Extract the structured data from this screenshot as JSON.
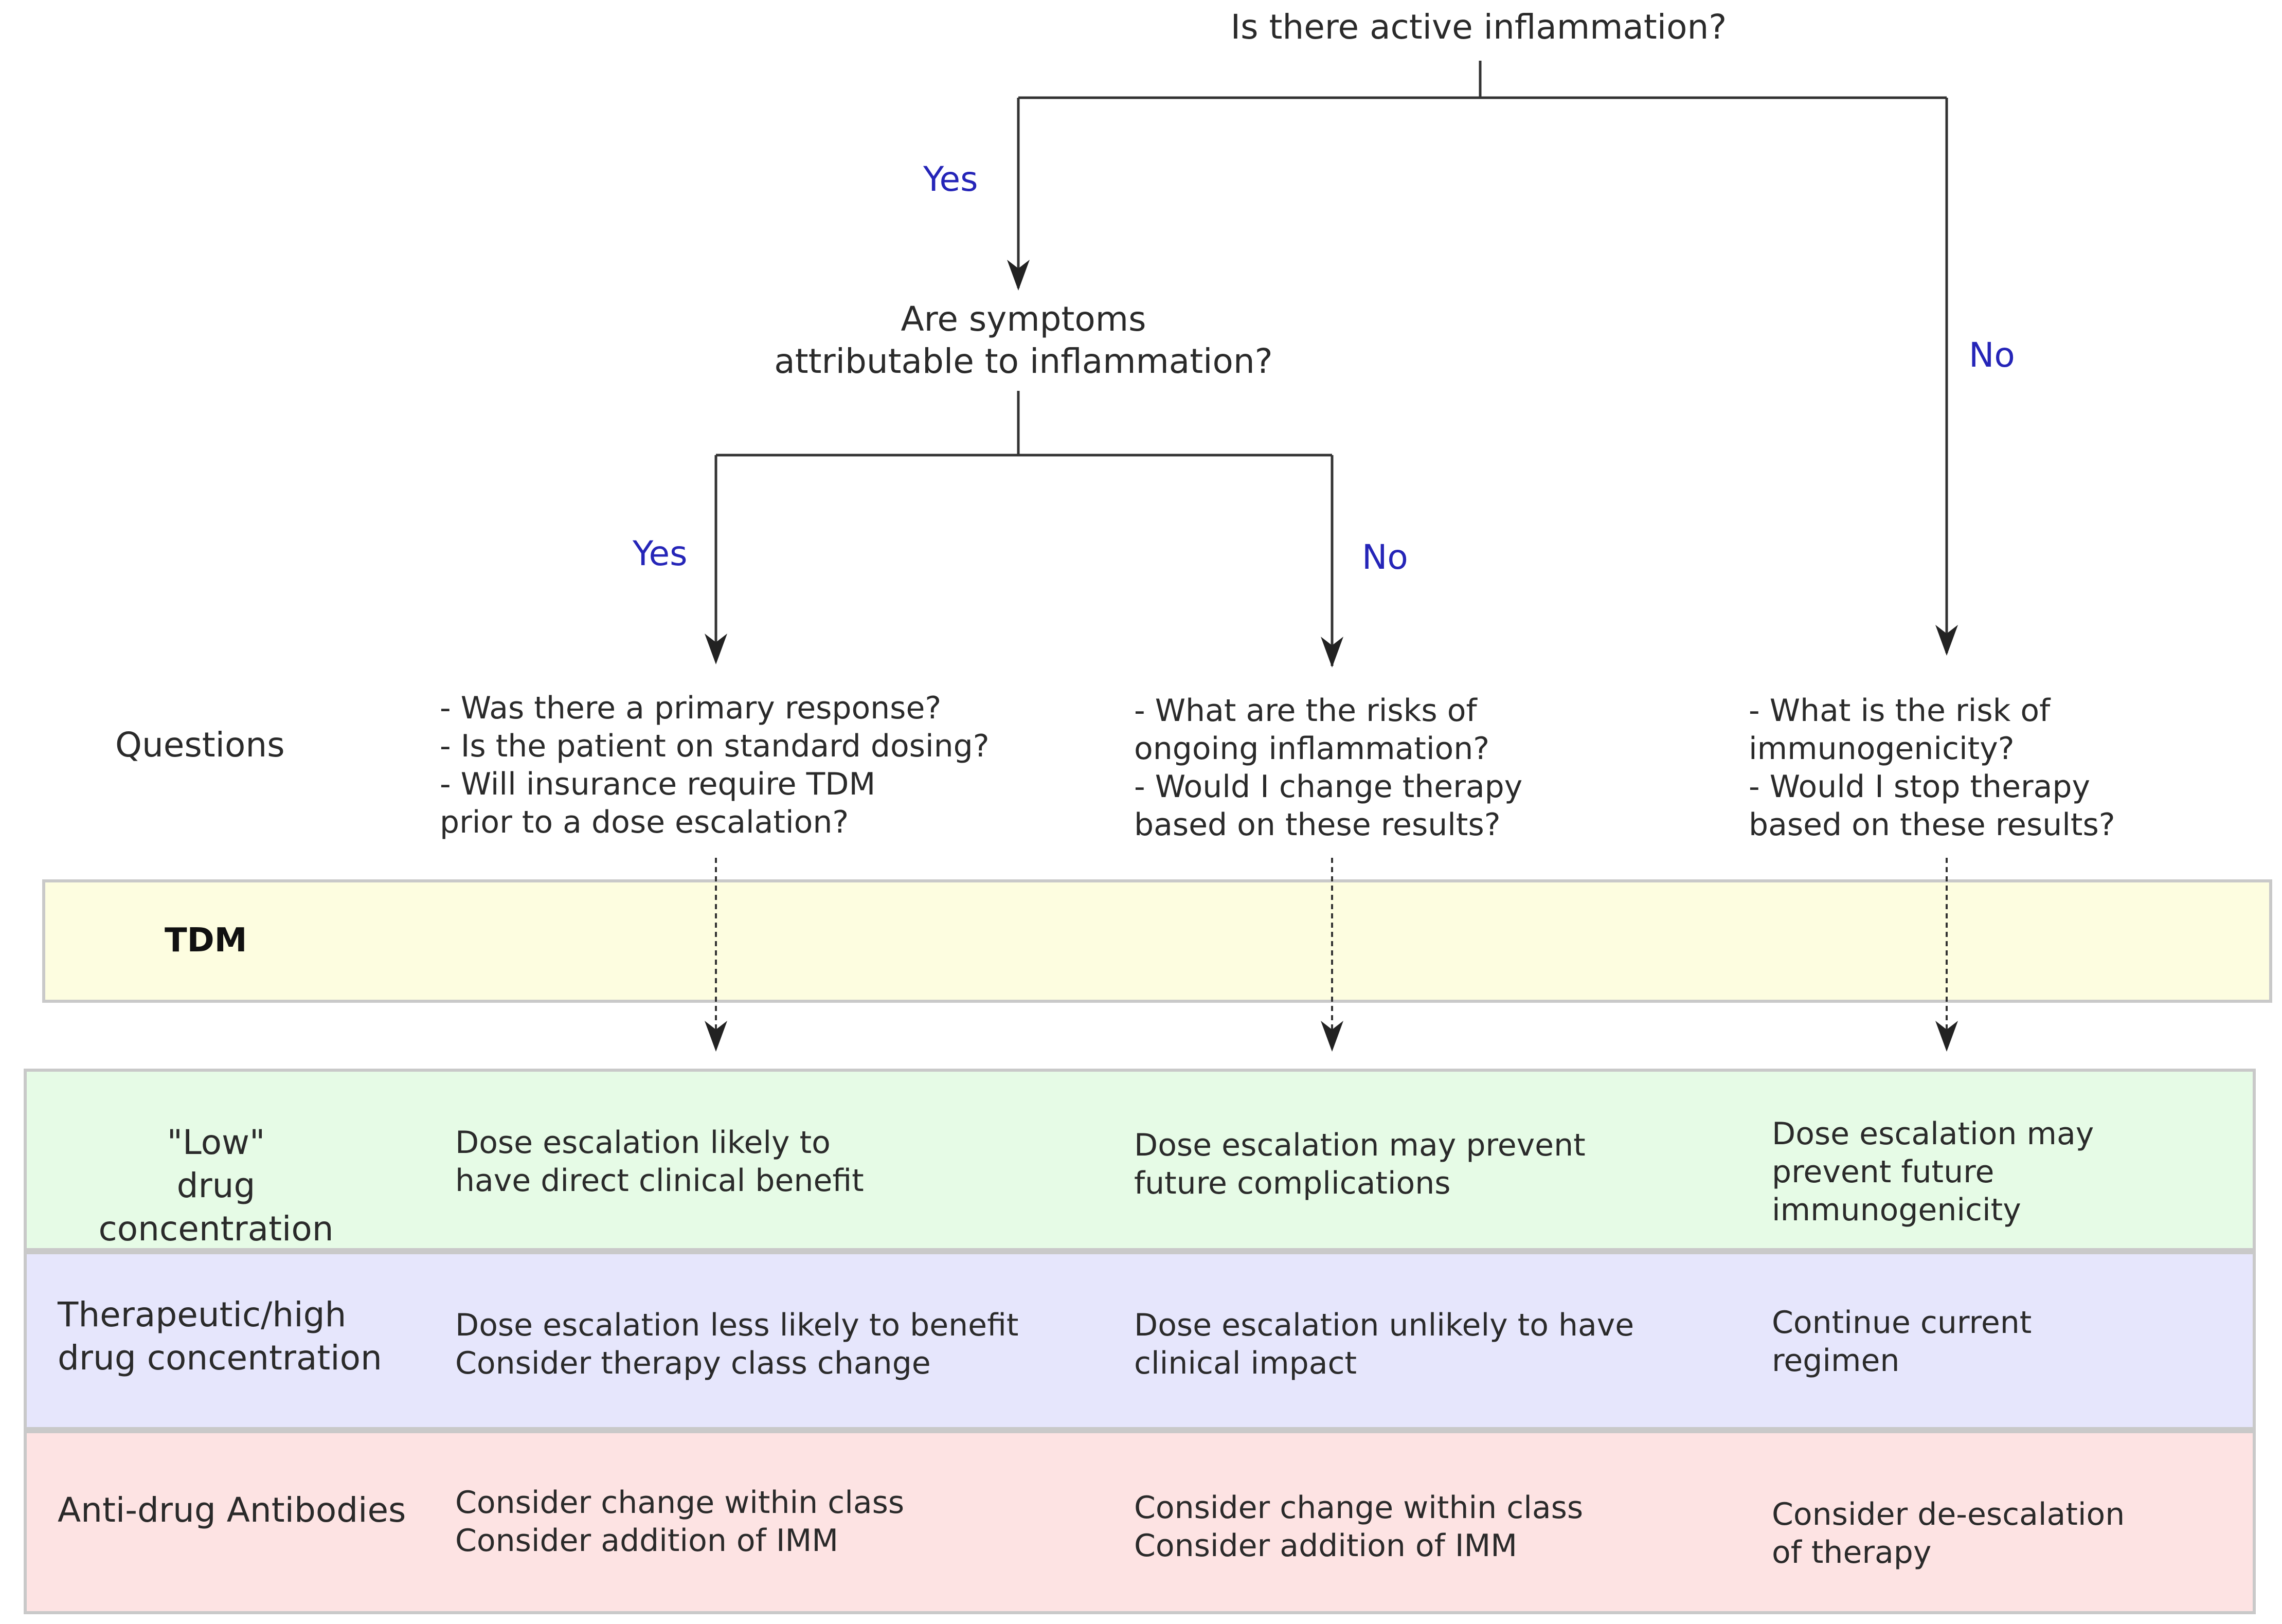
{
  "root_question": "Is there active inflammation?",
  "yes_label_1": "Yes",
  "no_label_1": "No",
  "second_question": "Are symptoms\nattributable to inflammation?",
  "yes_label_2": "Yes",
  "no_label_2": "No",
  "questions_label": "Questions",
  "questions": {
    "col1": "- Was there a primary response?\n- Is the patient on standard dosing?\n- Will insurance require TDM\n   prior to a dose escalation?",
    "col2": "- What are the risks of\n   ongoing inflammation?\n- Would I change therapy\n   based on these results?",
    "col3": "- What is the risk of\n   immunogenicity?\n- Would I stop therapy\n   based on these results?"
  },
  "tdm_label": "TDM",
  "rows": {
    "low": {
      "label": "\"Low\"\ndrug concentration",
      "col1": "Dose escalation likely to\nhave direct clinical benefit",
      "col2": "Dose escalation may prevent\nfuture complications",
      "col3": "Dose escalation may\nprevent future\nimmunogenicity"
    },
    "therapeutic": {
      "label": "Therapeutic/high\ndrug concentration",
      "col1": "Dose escalation less likely to benefit\nConsider therapy class change",
      "col2": "Dose escalation unlikely to have\nclinical impact",
      "col3": "Continue current\nregimen"
    },
    "antibodies": {
      "label": "Anti-drug Antibodies",
      "col1": "Consider change within class\nConsider addition of IMM",
      "col2": "Consider change within class\nConsider addition of IMM",
      "col3": "Consider de-escalation\nof therapy"
    }
  },
  "colors": {
    "answer_text": "#2525b8",
    "tdm_band": "#fdfde0",
    "low_band": "#e6fbe6",
    "therapeutic_band": "#e6e6fc",
    "antibodies_band": "#fde3e3",
    "band_border": "#c9c9c9"
  }
}
